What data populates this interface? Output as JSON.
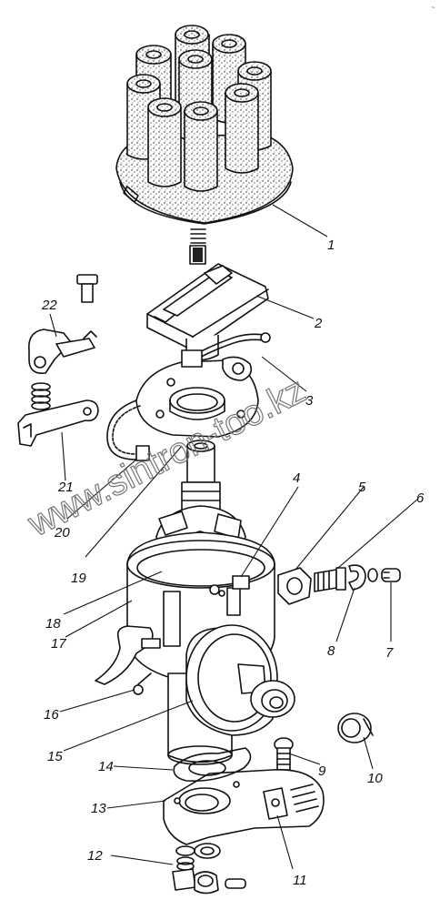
{
  "watermark": "www.sintron-too.kz",
  "corner_mark": "~",
  "callouts": [
    "1",
    "2",
    "3",
    "4",
    "5",
    "6",
    "7",
    "8",
    "9",
    "10",
    "11",
    "12",
    "13",
    "14",
    "15",
    "16",
    "17",
    "18",
    "19",
    "20",
    "21",
    "22"
  ]
}
